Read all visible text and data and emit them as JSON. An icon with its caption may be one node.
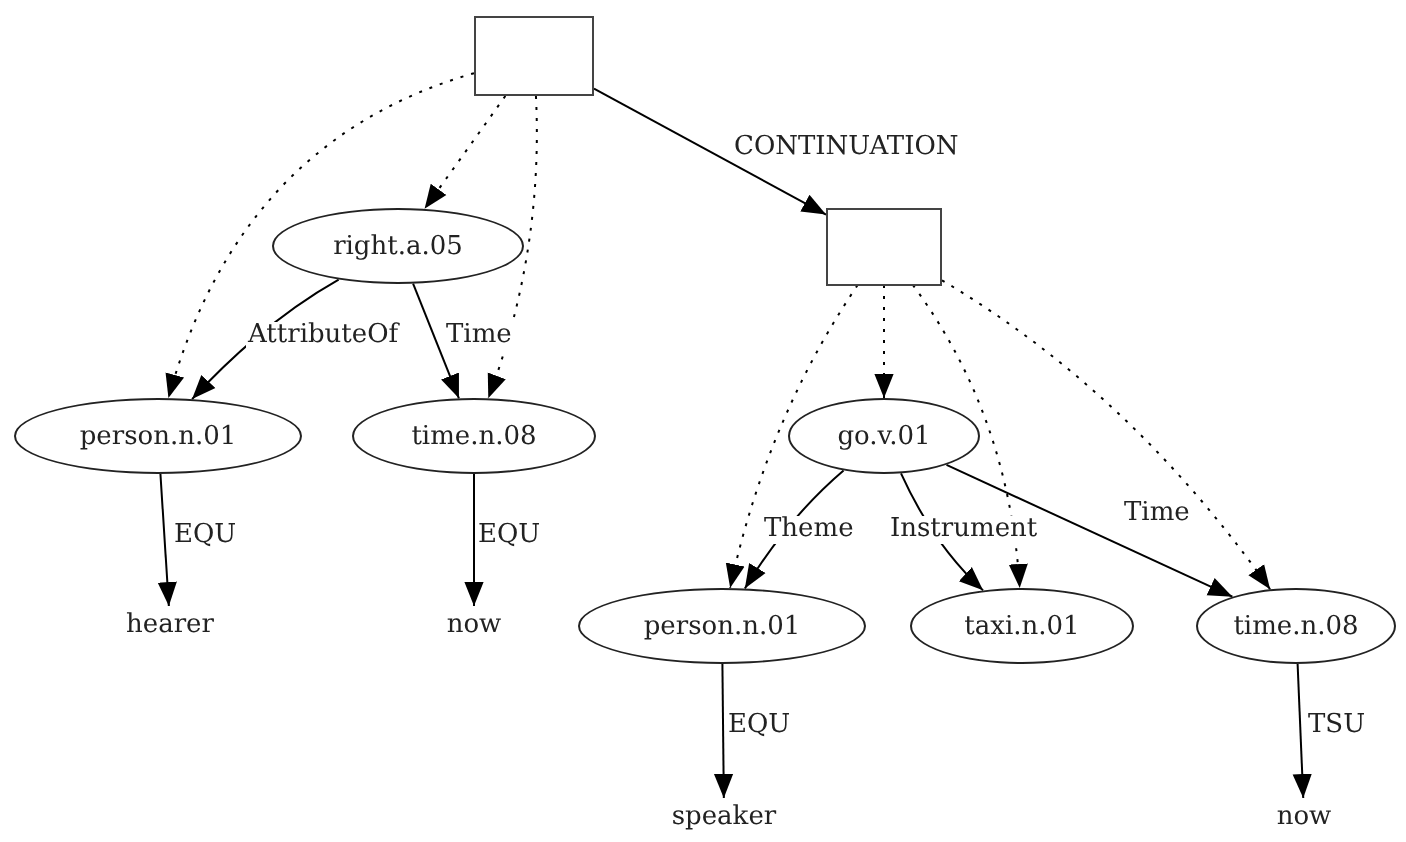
{
  "diagram": {
    "nodes": [
      {
        "text": [],
        "shape": "box"
      },
      {
        "text": [],
        "shape": "box"
      },
      {
        "text": [
          "right.a.05"
        ]
      },
      {
        "text": [
          "person.n.01"
        ]
      },
      {
        "text": [
          "time.n.08"
        ]
      },
      {
        "text": [
          "hearer"
        ]
      },
      {
        "text": [
          "now"
        ]
      },
      {
        "text": [
          "go.v.01"
        ]
      },
      {
        "text": [
          "person.n.01"
        ]
      },
      {
        "text": [
          "taxi.n.01"
        ]
      },
      {
        "text": [
          "time.n.08"
        ]
      },
      {
        "text": [
          "speaker"
        ]
      },
      {
        "text": [
          "now"
        ]
      }
    ],
    "edges": [
      {
        "from": 0,
        "to": 2,
        "arrow": "to",
        "style": "dashed"
      },
      {
        "from": 0,
        "to": 3,
        "arrow": "to",
        "style": "dashed"
      },
      {
        "from": 0,
        "to": 4,
        "arrow": "to",
        "style": "dashed"
      },
      {
        "from": 0,
        "to": 1,
        "arrow": "to",
        "label": "CONTINUATION"
      },
      {
        "from": 2,
        "to": 3,
        "arrow": "to",
        "label": "AttributeOf"
      },
      {
        "from": 2,
        "to": 4,
        "arrow": "to",
        "label": "Time"
      },
      {
        "from": 3,
        "to": 5,
        "arrow": "to",
        "label": "EQU"
      },
      {
        "from": 4,
        "to": 6,
        "arrow": "to",
        "label": "EQU"
      },
      {
        "from": 1,
        "to": 7,
        "arrow": "to",
        "style": "dashed"
      },
      {
        "from": 1,
        "to": 8,
        "arrow": "to",
        "style": "dashed"
      },
      {
        "from": 1,
        "to": 9,
        "arrow": "to",
        "style": "dashed"
      },
      {
        "from": 1,
        "to": 10,
        "arrow": "to",
        "style": "dashed"
      },
      {
        "from": 7,
        "to": 8,
        "arrow": "to",
        "label": "Theme"
      },
      {
        "from": 7,
        "to": 9,
        "arrow": "to",
        "label": "Instrument"
      },
      {
        "from": 7,
        "to": 10,
        "arrow": "to",
        "label": "Time"
      },
      {
        "from": 8,
        "to": 11,
        "arrow": "to",
        "label": "EQU"
      },
      {
        "from": 10,
        "to": 12,
        "arrow": "to",
        "label": "TSU"
      }
    ]
  }
}
